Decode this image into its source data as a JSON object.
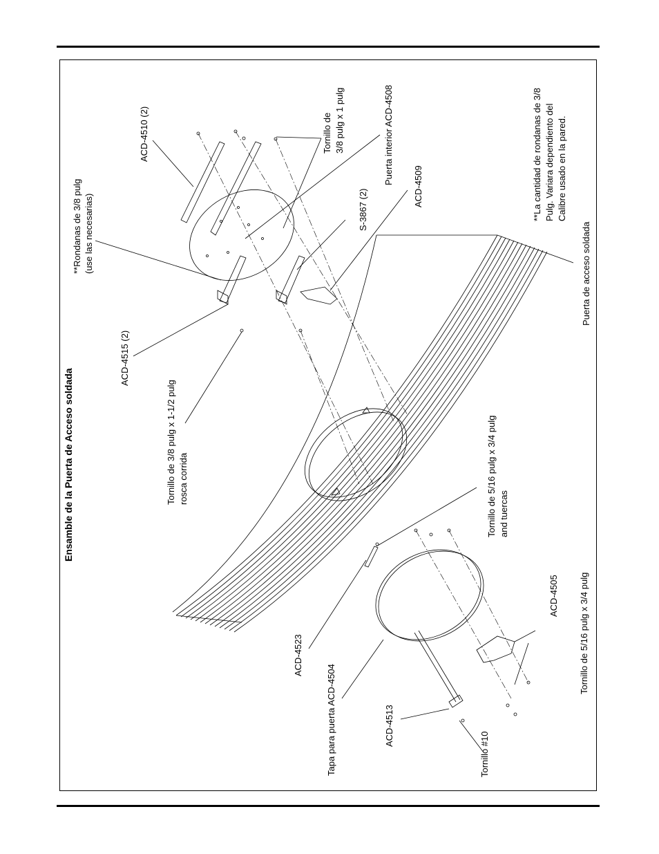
{
  "title": "Ensamble de la Puerta de Acceso soldada",
  "labels": {
    "rondanas_1": "**Rondanas de 3/8 pulg",
    "rondanas_2": "(use las necesarias)",
    "acd4510": "ACD-4510 (2)",
    "tornillo_38_1": "Tornillo de",
    "tornillo_38_2": "3/8 pulg x 1 pulg",
    "puerta_interior": "Puerta interior ACD-4508",
    "note_1": "**La cantidad de rondanas de 3/8",
    "note_2": "Pulg. Variara dependiento del",
    "note_3": "Calibre usado en la pared.",
    "s3867": "S-3867 (2)",
    "acd4509": "ACD-4509",
    "acd4515": "ACD-4515 (2)",
    "puerta_soldada": "Puerta de acceso soldada",
    "tornillo_rosca_1": "Tornillo de 3/8 pulg x 1-1/2 pulg",
    "tornillo_rosca_2": "rosca corrida",
    "tornillo_516_1": "Tornillo de 5/16 pulg x 3/4 pulg",
    "tornillo_516_2": "and tuercas",
    "acd4505": "ACD-4505",
    "acd4523": "ACD-4523",
    "tornillo_516_bottom": "Tornillo de 5/16 pulg  x 3/4 pulg",
    "tapa": "Tapa para puerta ACD-4504",
    "acd4513": "ACD-4513",
    "tornillo10": "Tornillo #10"
  }
}
